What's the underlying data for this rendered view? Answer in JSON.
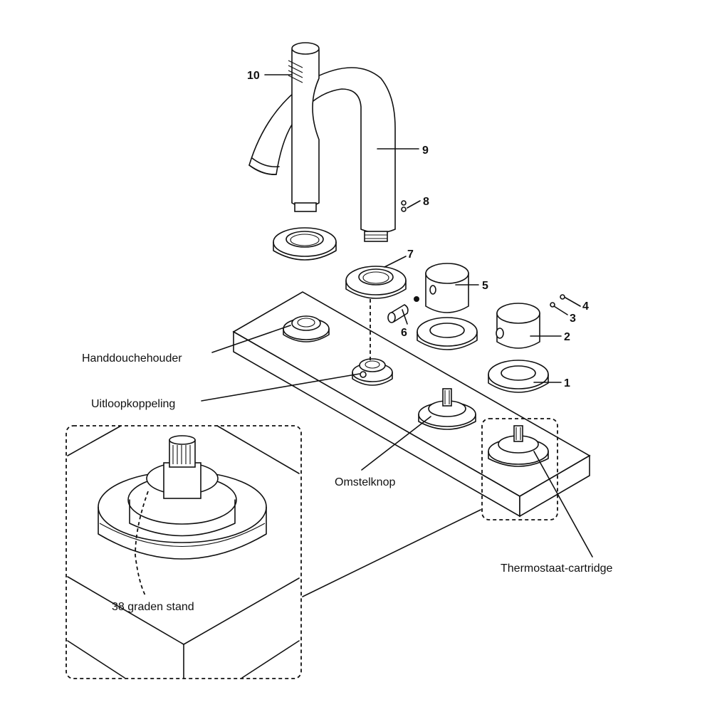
{
  "diagram": {
    "type": "exploded-parts-view",
    "part_numbers": [
      {
        "id": "1",
        "label": "1"
      },
      {
        "id": "2",
        "label": "2"
      },
      {
        "id": "3",
        "label": "3"
      },
      {
        "id": "4",
        "label": "4"
      },
      {
        "id": "5",
        "label": "5"
      },
      {
        "id": "6",
        "label": "6"
      },
      {
        "id": "7",
        "label": "7"
      },
      {
        "id": "8",
        "label": "8"
      },
      {
        "id": "9",
        "label": "9"
      },
      {
        "id": "10",
        "label": "10"
      }
    ],
    "callouts": {
      "hand_shower_holder": "Handdouchehouder",
      "spout_coupling": "Uitloopkoppeling",
      "diverter_knob": "Omstelknop",
      "thermostat_cartridge": "Thermostaat-cartridge",
      "detail_position": "38 graden stand"
    }
  }
}
